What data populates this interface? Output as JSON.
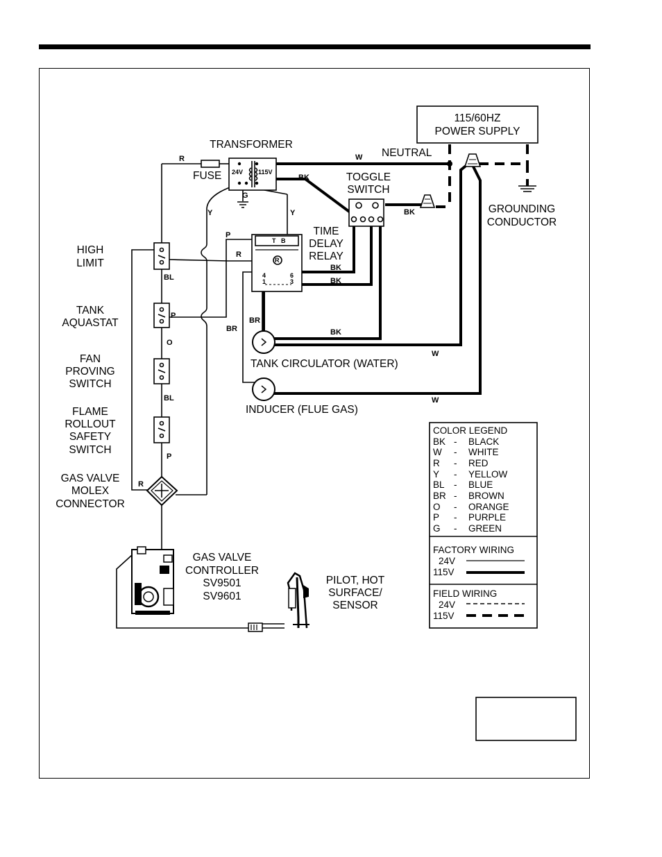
{
  "components": {
    "power_supply": [
      "115/60HZ",
      "POWER SUPPLY"
    ],
    "transformer": "TRANSFORMER",
    "transformer_24v": "24V",
    "transformer_115v": "115V",
    "fuse": "FUSE",
    "neutral": "NEUTRAL",
    "toggle_switch": [
      "TOGGLE",
      "SWITCH"
    ],
    "grounding_conductor": [
      "GROUNDING",
      "CONDUCTOR"
    ],
    "time_delay_relay": [
      "TIME",
      "DELAY",
      "RELAY"
    ],
    "relay_terminals": [
      "T",
      "B",
      "4",
      "1",
      "6",
      "3"
    ],
    "relay_mark": "R",
    "high_limit": [
      "HIGH",
      "LIMIT"
    ],
    "tank_aquastat": [
      "TANK",
      "AQUASTAT"
    ],
    "fan_proving_switch": [
      "FAN",
      "PROVING",
      "SWITCH"
    ],
    "flame_rollout_switch": [
      "FLAME",
      "ROLLOUT",
      "SAFETY",
      "SWITCH"
    ],
    "gas_valve_molex": [
      "GAS VALVE",
      "MOLEX",
      "CONNECTOR"
    ],
    "gas_valve_controller": [
      "GAS VALVE",
      "CONTROLLER",
      "SV9501",
      "SV9601"
    ],
    "pilot": [
      "PILOT, HOT",
      "SURFACE/",
      "SENSOR"
    ],
    "tank_circulator": "TANK CIRCULATOR (WATER)",
    "inducer": "INDUCER (FLUE GAS)"
  },
  "wire_labels": {
    "r_top": "R",
    "w_neutral": "W",
    "bk_transformer": "BK",
    "bk_toggle": "BK",
    "g_ground": "G",
    "y_left": "Y",
    "y_right": "Y",
    "p_relay": "P",
    "r_relay": "R",
    "bk_relay_1": "BK",
    "bk_relay_2": "BK",
    "bl_1": "BL",
    "p_aquastat": "P",
    "o_fan": "O",
    "bl_2": "BL",
    "p_rollout": "P",
    "r_molex": "R",
    "br": "BR",
    "br_2": "BR",
    "bk_circ": "BK",
    "w_circ": "W",
    "w_inducer": "W"
  },
  "legend": {
    "title": "COLOR LEGEND",
    "colors": [
      {
        "code": "BK",
        "sep": "-",
        "name": "BLACK"
      },
      {
        "code": "W",
        "sep": "-",
        "name": "WHITE"
      },
      {
        "code": "R",
        "sep": "-",
        "name": "RED"
      },
      {
        "code": "Y",
        "sep": "-",
        "name": "YELLOW"
      },
      {
        "code": "BL",
        "sep": "-",
        "name": "BLUE"
      },
      {
        "code": "BR",
        "sep": "-",
        "name": "BROWN"
      },
      {
        "code": "O",
        "sep": "-",
        "name": "ORANGE"
      },
      {
        "code": "P",
        "sep": "-",
        "name": "PURPLE"
      },
      {
        "code": "G",
        "sep": "-",
        "name": "GREEN"
      }
    ],
    "factory_title": "FACTORY WIRING",
    "field_title": "FIELD WIRING",
    "v24": "24V",
    "v115": "115V"
  },
  "colors": {
    "ink": "#000000",
    "paper": "#ffffff"
  }
}
